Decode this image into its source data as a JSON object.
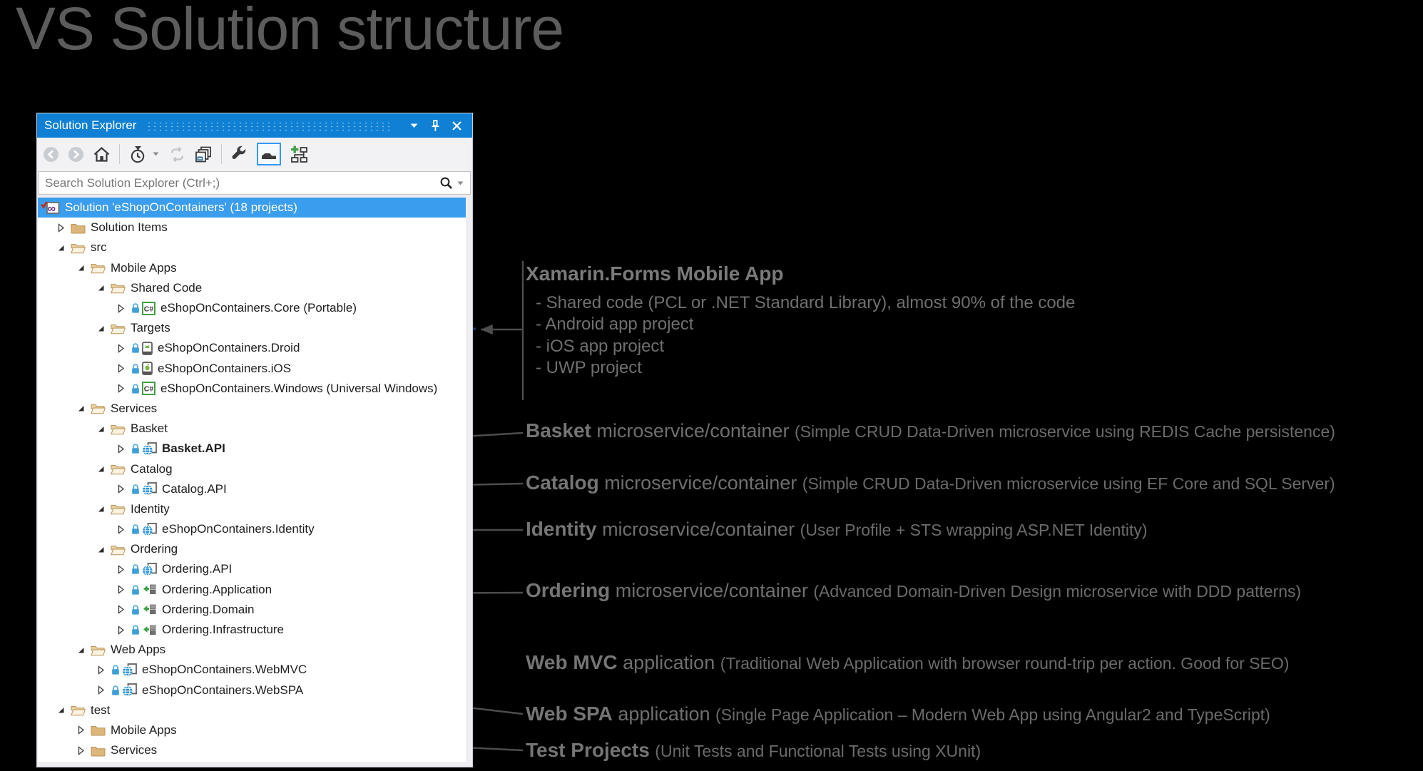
{
  "page": {
    "title": "VS Solution structure"
  },
  "panel": {
    "title": "Solution Explorer",
    "titlebar_buttons": [
      {
        "name": "window-position-caret-icon"
      },
      {
        "name": "pin-icon"
      },
      {
        "name": "close-icon"
      }
    ],
    "toolbar": [
      {
        "name": "back-icon",
        "disabled": true
      },
      {
        "name": "forward-icon",
        "disabled": true
      },
      {
        "name": "home-icon"
      },
      {
        "name": "separator"
      },
      {
        "name": "pending-changes-filter-icon",
        "caret": true
      },
      {
        "name": "sync-with-active-document-icon",
        "disabled": true
      },
      {
        "name": "collapse-all-icon"
      },
      {
        "name": "separator"
      },
      {
        "name": "properties-wrench-icon"
      },
      {
        "name": "preview-selected-items-icon",
        "active": true
      },
      {
        "name": "switch-views-icon"
      }
    ],
    "search": {
      "placeholder": "Search Solution Explorer (Ctrl+;)",
      "value": "",
      "icons": [
        "search-icon",
        "dropdown-caret-icon"
      ]
    },
    "tree": {
      "rows": [
        {
          "label": "Solution 'eShopOnContainers' (18 projects)",
          "level": 0,
          "icon": "vs-solution-icon",
          "expander": "none",
          "selected": true
        },
        {
          "label": "Solution Items",
          "level": 1,
          "icon": "folder-closed-icon",
          "expander": "collapsed"
        },
        {
          "label": "src",
          "level": 1,
          "icon": "folder-open-icon",
          "expander": "expanded"
        },
        {
          "label": "Mobile Apps",
          "level": 2,
          "icon": "folder-open-icon",
          "expander": "expanded"
        },
        {
          "label": "Shared Code",
          "level": 3,
          "icon": "folder-open-icon",
          "expander": "expanded"
        },
        {
          "label": "eShopOnContainers.Core (Portable)",
          "level": 4,
          "icon": "csharp-project-icon",
          "expander": "collapsed",
          "lock": true
        },
        {
          "label": "Targets",
          "level": 3,
          "icon": "folder-open-icon",
          "expander": "expanded"
        },
        {
          "label": "eShopOnContainers.Droid",
          "level": 4,
          "icon": "android-project-icon",
          "expander": "collapsed",
          "lock": true
        },
        {
          "label": "eShopOnContainers.iOS",
          "level": 4,
          "icon": "ios-project-icon",
          "expander": "collapsed",
          "lock": true
        },
        {
          "label": "eShopOnContainers.Windows (Universal Windows)",
          "level": 4,
          "icon": "csharp-project-icon",
          "expander": "collapsed",
          "lock": true
        },
        {
          "label": "Services",
          "level": 2,
          "icon": "folder-open-icon",
          "expander": "expanded"
        },
        {
          "label": "Basket",
          "level": 3,
          "icon": "folder-open-icon",
          "expander": "expanded"
        },
        {
          "label": "Basket.API",
          "level": 4,
          "icon": "web-project-icon",
          "expander": "collapsed",
          "lock": true,
          "bold": true
        },
        {
          "label": "Catalog",
          "level": 3,
          "icon": "folder-open-icon",
          "expander": "expanded"
        },
        {
          "label": "Catalog.API",
          "level": 4,
          "icon": "web-project-icon",
          "expander": "collapsed",
          "lock": true
        },
        {
          "label": "Identity",
          "level": 3,
          "icon": "folder-open-icon",
          "expander": "expanded"
        },
        {
          "label": "eShopOnContainers.Identity",
          "level": 4,
          "icon": "web-project-icon",
          "expander": "collapsed",
          "lock": true
        },
        {
          "label": "Ordering",
          "level": 3,
          "icon": "folder-open-icon",
          "expander": "expanded"
        },
        {
          "label": "Ordering.API",
          "level": 4,
          "icon": "web-project-icon",
          "expander": "collapsed",
          "lock": true
        },
        {
          "label": "Ordering.Application",
          "level": 4,
          "icon": "class-library-project-icon",
          "expander": "collapsed",
          "lock": true
        },
        {
          "label": "Ordering.Domain",
          "level": 4,
          "icon": "class-library-project-icon",
          "expander": "collapsed",
          "lock": true
        },
        {
          "label": "Ordering.Infrastructure",
          "level": 4,
          "icon": "class-library-project-icon",
          "expander": "collapsed",
          "lock": true
        },
        {
          "label": "Web Apps",
          "level": 2,
          "icon": "folder-open-icon",
          "expander": "expanded"
        },
        {
          "label": "eShopOnContainers.WebMVC",
          "level": 3,
          "icon": "web-project-icon",
          "expander": "collapsed",
          "lock": true
        },
        {
          "label": "eShopOnContainers.WebSPA",
          "level": 3,
          "icon": "web-project-icon",
          "expander": "collapsed",
          "lock": true
        },
        {
          "label": "test",
          "level": 1,
          "icon": "folder-open-icon",
          "expander": "expanded"
        },
        {
          "label": "Mobile Apps",
          "level": 2,
          "icon": "folder-closed-icon",
          "expander": "collapsed"
        },
        {
          "label": "Services",
          "level": 2,
          "icon": "folder-closed-icon",
          "expander": "collapsed"
        }
      ]
    }
  },
  "annotations": [
    {
      "id": "xamarin",
      "heading": "Xamarin.Forms Mobile App",
      "bullets": [
        "- Shared code (PCL or .NET Standard Library), almost 90% of the code",
        "- Android app project",
        "- iOS app project",
        "- UWP project"
      ]
    },
    {
      "id": "basket",
      "lead": "Basket",
      "mid": " microservice/container ",
      "paren": "(Simple CRUD Data-Driven microservice using REDIS Cache persistence)"
    },
    {
      "id": "catalog",
      "lead": "Catalog",
      "mid": " microservice/container ",
      "paren": "(Simple CRUD Data-Driven microservice using EF Core and SQL Server)"
    },
    {
      "id": "identity",
      "lead": "Identity",
      "mid": " microservice/container ",
      "paren": "(User Profile + STS wrapping ASP.NET Identity)"
    },
    {
      "id": "ordering",
      "lead": "Ordering",
      "mid": " microservice/container ",
      "paren": "(Advanced Domain-Driven Design microservice with DDD patterns)"
    },
    {
      "id": "webmvc",
      "lead": "Web MVC",
      "mid": " application ",
      "paren": "(Traditional Web Application with browser round-trip per action. Good for SEO)"
    },
    {
      "id": "webspa",
      "lead": "Web SPA",
      "mid": " application ",
      "paren": "(Single Page Application – Modern Web App using Angular2 and TypeScript)"
    },
    {
      "id": "test",
      "lead": "Test Projects",
      "mid": " ",
      "paren": "(Unit Tests and Functional Tests using XUnit)"
    }
  ],
  "colors": {
    "titlebar_blue": "#0f80d4",
    "selection_blue": "#3b9ded",
    "folder_tan": "#dcb67a",
    "brace_navy": "#1f3864",
    "connector_gray": "#4d4d4d",
    "annotation_gray": "#6f6f6f",
    "slide_title_gray": "#5c5c5c"
  }
}
